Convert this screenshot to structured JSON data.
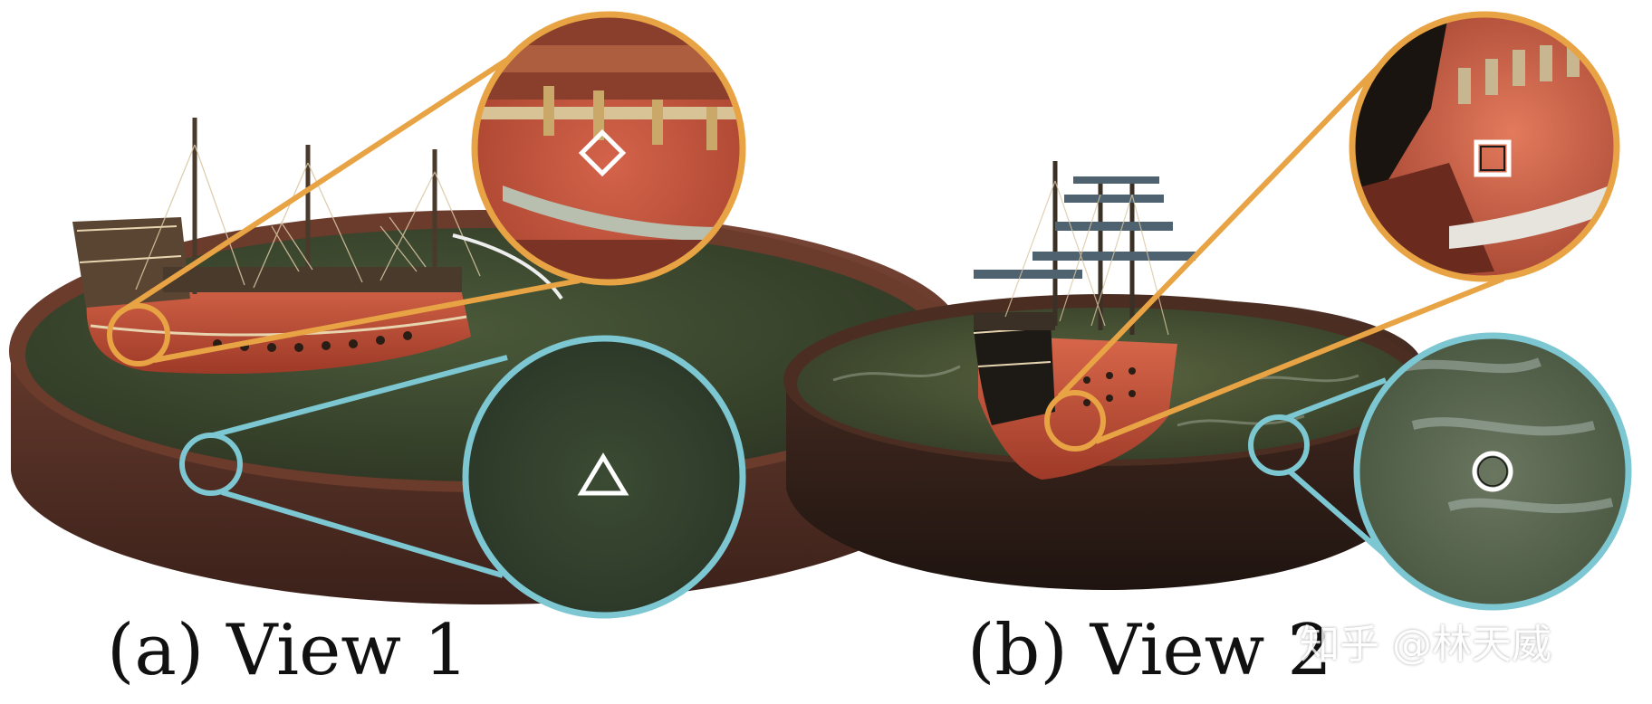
{
  "figure": {
    "captions": {
      "view_1": "(a) View 1",
      "view_2": "(b) View 2"
    },
    "watermark": "知乎 @林天威",
    "markers": {
      "view_1_hull": "diamond",
      "view_1_water": "triangle",
      "view_2_hull": "square",
      "view_2_water": "circle"
    },
    "colors": {
      "zoom_hull": "#e8a444",
      "zoom_water": "#7cc7d1",
      "hull_red": "#c9533c",
      "water_green": "#3f4a32",
      "tub_brown": "#5a3226"
    }
  }
}
